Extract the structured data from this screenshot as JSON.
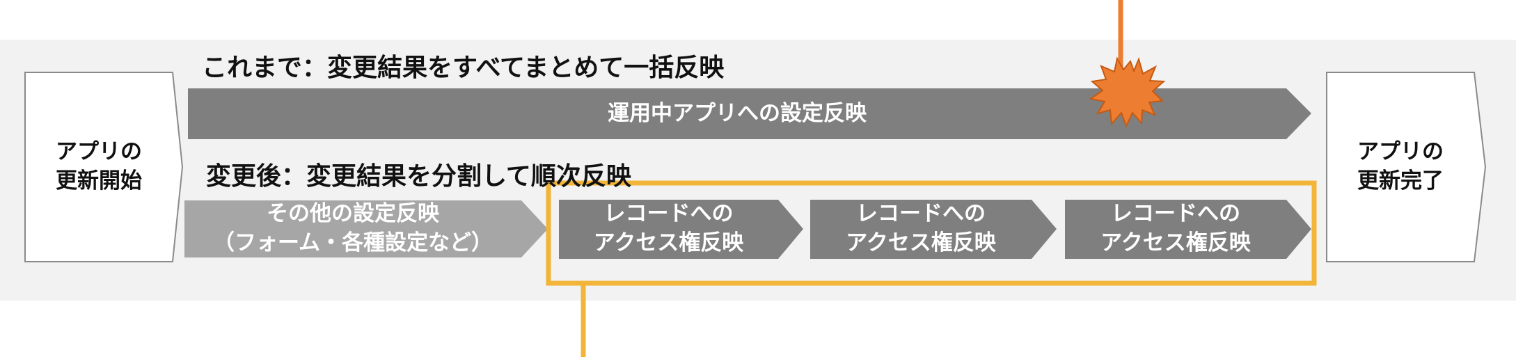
{
  "start_box": {
    "label": "アプリの\n更新開始"
  },
  "end_box": {
    "label": "アプリの\n更新完了"
  },
  "current": {
    "heading": "これまで：変更結果をすべてまとめて一括反映",
    "bar_label": "運用中アプリへの設定反映"
  },
  "after": {
    "heading": "変更後：変更結果を分割して順次反映",
    "steps": [
      {
        "label": "その他の設定反映\n（フォーム・各種設定など）"
      },
      {
        "label": "レコードへの\nアクセス権反映"
      },
      {
        "label": "レコードへの\nアクセス権反映"
      },
      {
        "label": "レコードへの\nアクセス権反映"
      }
    ]
  },
  "colors": {
    "panel": "#f2f2f2",
    "bar": "#7f7f7f",
    "light_step": "#a6a6a6",
    "highlight": "#f2b53a",
    "burst": "#ed7d31"
  }
}
